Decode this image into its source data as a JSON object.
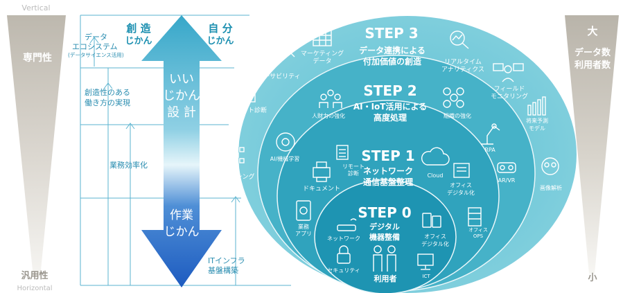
{
  "left_scale": {
    "top_axis_label": "Vertical",
    "top_label": "専門性",
    "bottom_label": "汎用性",
    "bottom_axis_label": "Horizontal"
  },
  "right_scale": {
    "top_big": "大",
    "top_label_1": "データ数",
    "top_label_2": "利用者数",
    "bottom_label": "小"
  },
  "arrow": {
    "head_left_1": "創 造",
    "head_left_2": "じかん",
    "head_right_1": "自 分",
    "head_right_2": "じかん",
    "middle_1": "いい",
    "middle_2": "じかん",
    "middle_3": "設 計",
    "bottom_1": "作業",
    "bottom_2": "じかん"
  },
  "ladder": {
    "data_eco_1": "データ",
    "data_eco_2": "エコシステム",
    "data_eco_3": "(データサイエンス活用)",
    "creative_1": "創造性のある",
    "creative_2": "働き方の実現",
    "efficiency": "業務効率化",
    "infra_1": "ITインフラ",
    "infra_2": "基盤構築"
  },
  "steps": [
    {
      "label": "STEP 3",
      "title_1": "データ連携による",
      "title_2": "付加価値の創造"
    },
    {
      "label": "STEP 2",
      "title_1": "AI・IoT活用による",
      "title_2": "高度処理"
    },
    {
      "label": "STEP 1",
      "title_1": "ネットワーク",
      "title_2": "通信基盤整理"
    },
    {
      "label": "STEP 0",
      "title_1": "デジタル",
      "title_2": "機器整備"
    }
  ],
  "items": {
    "marketing_1": "マーケティング",
    "marketing_2": "データ",
    "realtime_1": "リアルタイム",
    "realtime_2": "アナリティクス",
    "traceability": "トレーサビリティ",
    "field_1": "フィールド",
    "field_2": "モニタリング",
    "remote_diag": "リモート診断",
    "human": "人財力の強化",
    "org": "組織の強化",
    "forecast_1": "将来予測",
    "forecast_2": "モデル",
    "rpa": "RPA",
    "ai_ml": "AI/機械学習",
    "sensing": "センシング",
    "remote_diag2_1": "リモート",
    "remote_diag2_2": "診断",
    "cloud": "Cloud",
    "document": "ドキュメント",
    "office_digital_1": "オフィス",
    "office_digital_2": "デジタル化",
    "arvr": "AR/VR",
    "image_analysis": "画像解析",
    "biz_app_1": "業務",
    "biz_app_2": "アプリ",
    "network": "ネットワーク",
    "office_digital0_1": "オフィス",
    "office_digital0_2": "デジタル化",
    "office_ops_1": "オフィス",
    "office_ops_2": "OPS",
    "security": "セキュリティ",
    "users": "利用者",
    "ict": "ICT"
  },
  "colors": {
    "ring3": "#5bbfd0",
    "ring2": "#3fb0c6",
    "ring1": "#2aa2bc",
    "ring0": "#1a93b0",
    "arrow_top": "#3aa6c8",
    "arrow_bottom": "#1f5fc0",
    "text_teal": "#1b8fb0",
    "gray": "#c8c4bb"
  }
}
